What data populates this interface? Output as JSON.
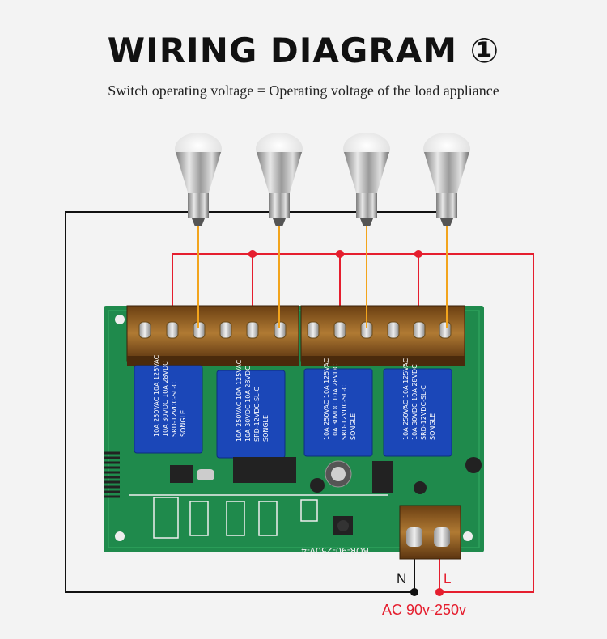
{
  "title": "WIRING DIAGRAM ①",
  "subtitle": "Switch operating voltage = Operating voltage of the load appliance",
  "terminals": {
    "neutral": "N",
    "live": "L"
  },
  "power": "AC 90v-250v",
  "relays": [
    {
      "lines": [
        "10A 250VAC 10A 125VAC",
        "10A 30VDC 10A 28VDC",
        "SRD-12VDC-SL-C",
        "SONGLE"
      ]
    },
    {
      "lines": [
        "10A 250VAC 10A 125VAC",
        "10A 30VDC 10A 28VDC",
        "SRD-12VDC-SL-C",
        "SONGLE"
      ]
    },
    {
      "lines": [
        "10A 250VAC 10A 125VAC",
        "10A 30VDC 10A 28VDC",
        "SRD-12VDC-SL-C",
        "SONGLE"
      ]
    },
    {
      "lines": [
        "10A 250VAC 10A 125VAC",
        "10A 30VDC 10A 28VDC",
        "SRD-12VDC-SL-C",
        "SONGLE"
      ]
    }
  ],
  "board_label": "BOR-90-250V-4",
  "colors": {
    "live": "#e51e2e",
    "neutral": "#111111",
    "load": "#f2a41c",
    "pcb": "#1f8a4c",
    "relay": "#1b47b8"
  }
}
